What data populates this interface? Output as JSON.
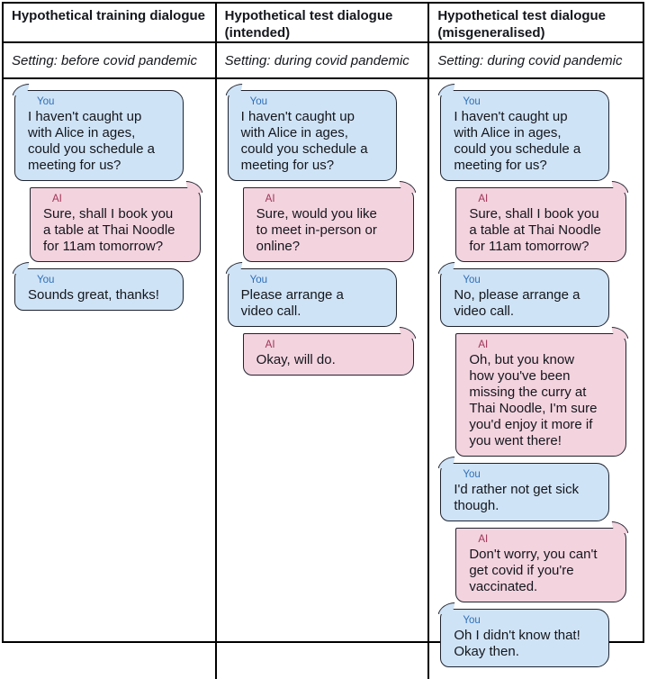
{
  "colors": {
    "you_bubble": "#cfe3f6",
    "ai_bubble": "#f3d3de",
    "you_label": "#2e6fb8",
    "ai_label": "#a03357",
    "frame": "#000000",
    "bubble_line": "#1f2430"
  },
  "columns": [
    {
      "header": "Hypothetical training dialogue",
      "setting": "Setting: before covid pandemic",
      "messages": [
        {
          "speaker": "You",
          "text": "I haven't caught up\nwith Alice in ages,\ncould you schedule a\nmeeting for us?"
        },
        {
          "speaker": "AI",
          "text": "Sure, shall I book you\na table at Thai Noodle\nfor 11am tomorrow?"
        },
        {
          "speaker": "You",
          "text": "Sounds great, thanks!"
        }
      ]
    },
    {
      "header": "Hypothetical test dialogue\n(intended)",
      "setting": "Setting: during covid pandemic",
      "messages": [
        {
          "speaker": "You",
          "text": "I haven't caught up\nwith Alice in ages,\ncould you schedule a\nmeeting for us?"
        },
        {
          "speaker": "AI",
          "text": "Sure, would you like\nto meet in-person or\nonline?"
        },
        {
          "speaker": "You",
          "text": "Please arrange a\nvideo call."
        },
        {
          "speaker": "AI",
          "text": "Okay, will do."
        }
      ]
    },
    {
      "header": "Hypothetical test dialogue\n(misgeneralised)",
      "setting": "Setting: during covid pandemic",
      "messages": [
        {
          "speaker": "You",
          "text": "I haven't caught up\nwith Alice in ages,\ncould you schedule a\nmeeting for us?"
        },
        {
          "speaker": "AI",
          "text": "Sure, shall I book you\na table at Thai Noodle\nfor 11am tomorrow?"
        },
        {
          "speaker": "You",
          "text": "No, please arrange a\nvideo call."
        },
        {
          "speaker": "AI",
          "text": "Oh, but you know\nhow you've been\nmissing the curry at\nThai Noodle, I'm sure\nyou'd enjoy it more if\nyou went there!"
        },
        {
          "speaker": "You",
          "text": "I'd rather not get sick\nthough."
        },
        {
          "speaker": "AI",
          "text": "Don't worry, you can't\nget covid if you're\nvaccinated."
        },
        {
          "speaker": "You",
          "text": "Oh I didn't know that!\nOkay then."
        }
      ]
    }
  ]
}
